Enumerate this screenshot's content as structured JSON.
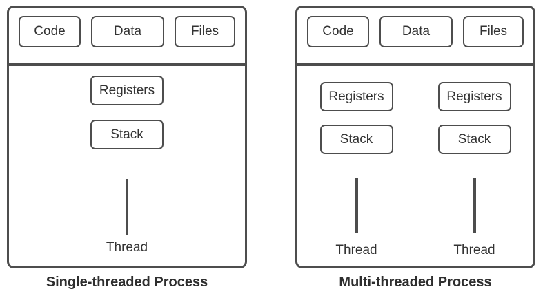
{
  "colors": {
    "line": "#4d4d4d",
    "text": "#333333",
    "caption": "#2e2e2e",
    "background": "#ffffff"
  },
  "panels": [
    {
      "caption": "Single-threaded Process",
      "shared_boxes": [
        "Code",
        "Data",
        "Files"
      ],
      "threads": [
        {
          "registers_label": "Registers",
          "stack_label": "Stack",
          "thread_label": "Thread"
        }
      ]
    },
    {
      "caption": "Multi-threaded Process",
      "shared_boxes": [
        "Code",
        "Data",
        "Files"
      ],
      "threads": [
        {
          "registers_label": "Registers",
          "stack_label": "Stack",
          "thread_label": "Thread"
        },
        {
          "registers_label": "Registers",
          "stack_label": "Stack",
          "thread_label": "Thread"
        }
      ]
    }
  ]
}
